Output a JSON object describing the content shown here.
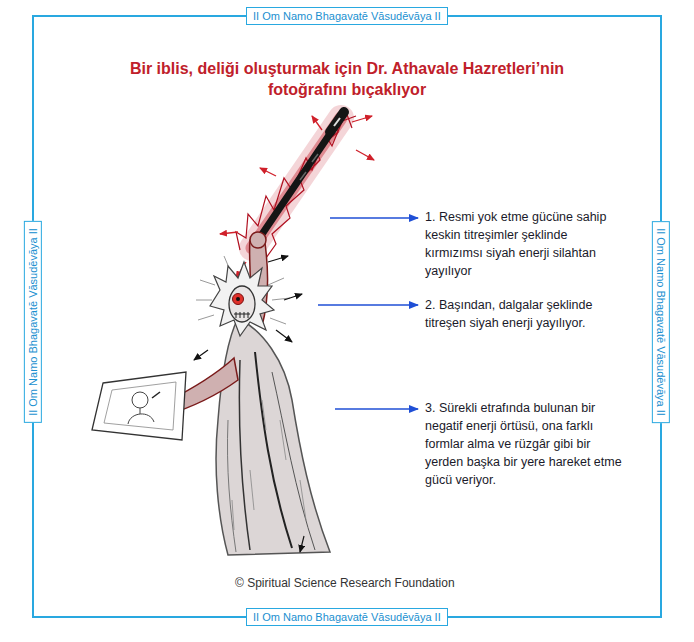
{
  "diagram": {
    "title": "Bir iblis, deliği oluşturmak için Dr. Athavale Hazretleri’nin fotoğrafını bıçaklıyor",
    "caption": "© Spiritual Science Research Foundation",
    "nodes": [
      {
        "text": [
          "II Om Namo Bhagavatē Vāsudēvāya II"
        ]
      },
      {
        "text": [
          "II Om Namo Bhagavatē Vāsudēvāya II"
        ]
      },
      {
        "text": [
          "II Om Namo Bhagavatē Vāsudēvāya II"
        ]
      },
      {
        "text": [
          "II Om Namo Bhagavatē Vāsudēvāya II"
        ]
      }
    ],
    "labels": [
      "1. Resmi yok etme gücüne sahip keskin titreşimler şeklinde kırmızımsı siyah enerji silahtan yayılıyor",
      "2. Başından, dalgalar şeklinde titreşen siyah enerji yayılıyor.",
      "3. Sürekli etrafında bulunan bir negatif enerji örtüsü, ona farklı formlar alma ve rüzgâr gibi bir yerden başka bir yere hareket etme gücü veriyor."
    ]
  }
}
